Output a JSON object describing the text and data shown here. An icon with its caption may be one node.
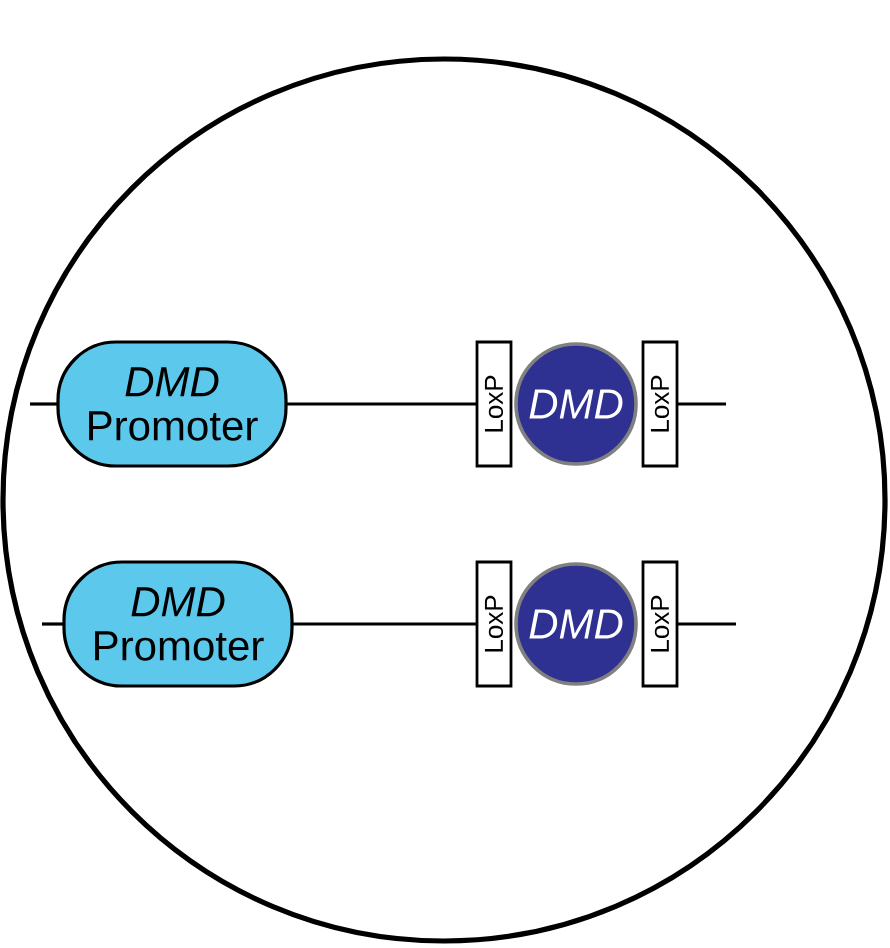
{
  "diagram": {
    "nodes": [
      {
        "text": [],
        "shape": "circle"
      },
      {
        "text": [
          "*DMD* Promoter"
        ],
        "in": 0
      },
      {
        "text": [
          "LoxP"
        ],
        "in": 0
      },
      {
        "text": [
          "DMD"
        ],
        "in": 0
      },
      {
        "text": [
          "LoxP"
        ],
        "in": 0
      },
      {
        "text": [
          "*DMD* Promoter"
        ],
        "in": 0
      },
      {
        "text": [
          "LoxP"
        ],
        "in": 0
      },
      {
        "text": [
          "DMD"
        ],
        "in": 0
      },
      {
        "text": [
          "LoxP"
        ],
        "in": 0
      }
    ],
    "edges": [
      {
        "from": null,
        "to": 1,
        "arrow": "none"
      },
      {
        "from": 1,
        "to": 2,
        "arrow": "none"
      },
      {
        "from": 4,
        "to": null,
        "arrow": "none"
      },
      {
        "from": null,
        "to": 5,
        "arrow": "none"
      },
      {
        "from": 5,
        "to": 6,
        "arrow": "none"
      },
      {
        "from": 8,
        "to": null,
        "arrow": "none"
      }
    ]
  }
}
